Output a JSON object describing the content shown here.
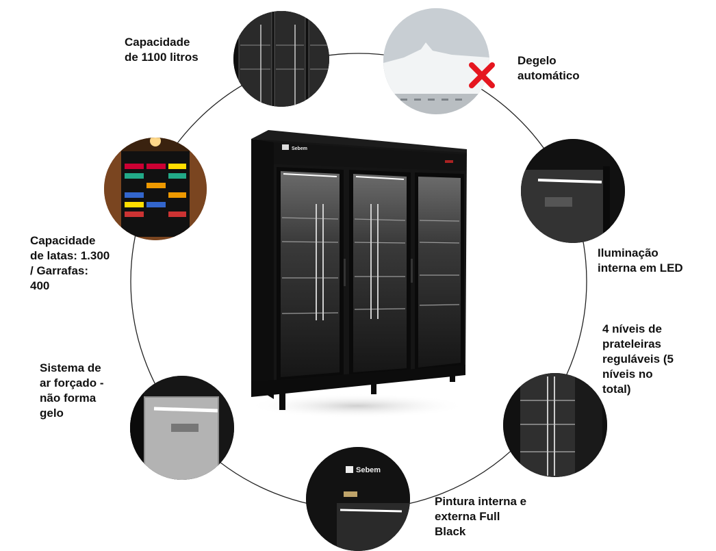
{
  "brand": "Sebem",
  "features": {
    "capacity_liters": "Capacidade\nde 1100 litros",
    "defrost": "Degelo\nautomático",
    "led": "Iluminação\ninterna em LED",
    "shelves": "4 níveis de\nprateleiras\nreguláveis (5\nníveis no\ntotal)",
    "paint": "Pintura interna e\nexterna Full\nBlack",
    "airflow": "Sistema de\nar forçado -\nnão forma\ngelo",
    "cans": "Capacidade\nde latas: 1.300\n/ Garrafas:\n400"
  },
  "colors": {
    "cabinet": "#111111",
    "ring": "#222222",
    "cross": "#e5161f",
    "led": "#ffffff"
  }
}
